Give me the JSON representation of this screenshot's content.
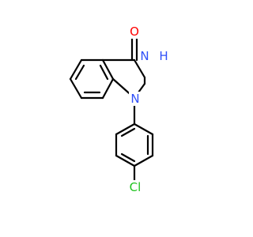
{
  "molecule": {
    "atoms": {
      "oxygen": {
        "symbol": "O",
        "color": "#ff0000"
      },
      "nh": {
        "symbol": "N",
        "hydrogen": "H",
        "color": "#3050f8"
      },
      "n1": {
        "symbol": "N",
        "color": "#3050f8"
      },
      "chlorine": {
        "symbol": "Cl",
        "color": "#1fc21f"
      }
    },
    "bond_color": "#000000"
  }
}
